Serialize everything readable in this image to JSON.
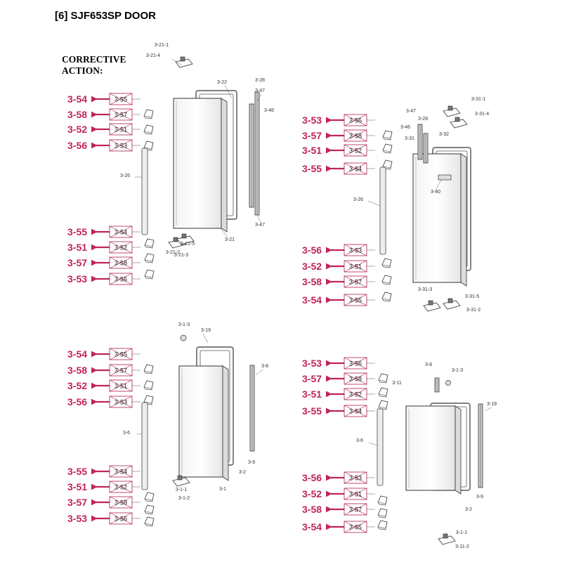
{
  "title": "[6] SJF653SP DOOR",
  "corrective_action": "CORRECTIVE\nACTION:",
  "colors": {
    "accent": "#c0245a",
    "box_border": "#b0204c",
    "line": "#444444"
  },
  "quadrants": [
    {
      "id": "top-left",
      "replacements": [
        {
          "new": "3-54",
          "old": "3-55"
        },
        {
          "new": "3-58",
          "old": "3-57"
        },
        {
          "new": "3-52",
          "old": "3-51"
        },
        {
          "new": "3-56",
          "old": "3-53"
        },
        {
          "new": "3-55",
          "old": "3-54"
        },
        {
          "new": "3-51",
          "old": "3-52"
        },
        {
          "new": "3-57",
          "old": "3-58"
        },
        {
          "new": "3-53",
          "old": "3-56"
        }
      ],
      "parts": [
        "3-21-1",
        "3-21-4",
        "3-22",
        "3-28",
        "3-47",
        "3-46",
        "3-26",
        "3-47",
        "3-21",
        "3-21-5",
        "3-21-2",
        "3-21-3"
      ]
    },
    {
      "id": "top-right",
      "replacements": [
        {
          "new": "3-53",
          "old": "3-56"
        },
        {
          "new": "3-57",
          "old": "3-58"
        },
        {
          "new": "3-51",
          "old": "3-52"
        },
        {
          "new": "3-55",
          "old": "3-54"
        },
        {
          "new": "3-56",
          "old": "3-53"
        },
        {
          "new": "3-52",
          "old": "3-51"
        },
        {
          "new": "3-58",
          "old": "3-57"
        },
        {
          "new": "3-54",
          "old": "3-55"
        }
      ],
      "parts": [
        "3-31-1",
        "3-47",
        "3-31-4",
        "3-46",
        "3-28",
        "3-31",
        "3-32",
        "3-40",
        "3-26",
        "3-31-3",
        "3-31-5",
        "3-31-2"
      ]
    },
    {
      "id": "bottom-left",
      "replacements": [
        {
          "new": "3-54",
          "old": "3-55"
        },
        {
          "new": "3-58",
          "old": "3-57"
        },
        {
          "new": "3-52",
          "old": "3-51"
        },
        {
          "new": "3-56",
          "old": "3-53"
        },
        {
          "new": "3-55",
          "old": "3-54"
        },
        {
          "new": "3-51",
          "old": "3-52"
        },
        {
          "new": "3-57",
          "old": "3-58"
        },
        {
          "new": "3-53",
          "old": "3-56"
        }
      ],
      "parts": [
        "3-1-3",
        "3-19",
        "3-8",
        "3-6",
        "3-9",
        "3-2",
        "3-1",
        "3-1-1",
        "3-1-2"
      ]
    },
    {
      "id": "bottom-right",
      "replacements": [
        {
          "new": "3-53",
          "old": "3-56"
        },
        {
          "new": "3-57",
          "old": "3-58"
        },
        {
          "new": "3-51",
          "old": "3-52"
        },
        {
          "new": "3-55",
          "old": "3-54"
        },
        {
          "new": "3-56",
          "old": "3-53"
        },
        {
          "new": "3-52",
          "old": "3-51"
        },
        {
          "new": "3-58",
          "old": "3-57"
        },
        {
          "new": "3-54",
          "old": "3-55"
        }
      ],
      "parts": [
        "3-8",
        "3-1-3",
        "3-11",
        "3-19",
        "3-6",
        "3-9",
        "3-2",
        "3-1-1",
        "3-11-2"
      ]
    }
  ]
}
